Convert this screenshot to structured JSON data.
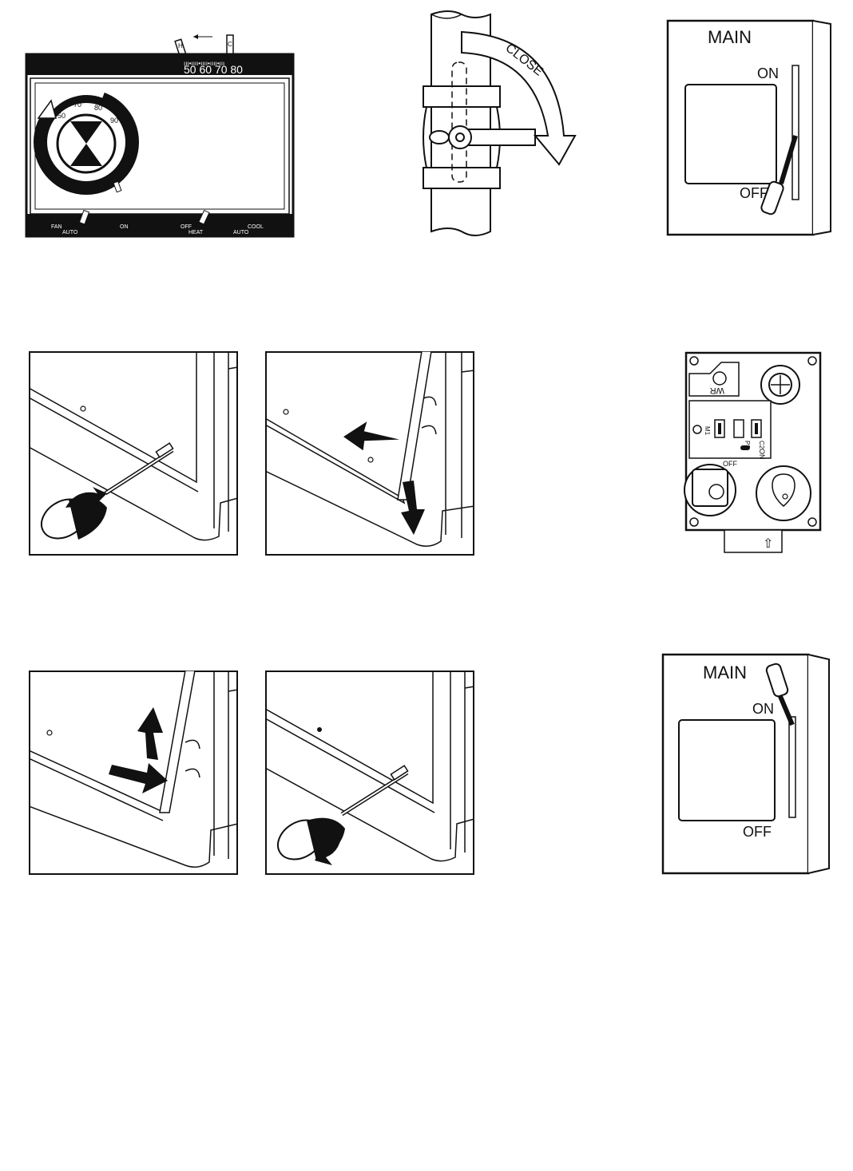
{
  "thermostat": {
    "scale": "50 60 70 80",
    "dial_numbers": [
      "50",
      "70",
      "80",
      "90"
    ],
    "fan_label": "FAN",
    "fan_auto": "AUTO",
    "fan_on": "ON",
    "sys_off": "OFF",
    "sys_heat": "HEAT",
    "sys_cool": "COOL",
    "sys_auto": "AUTO",
    "lever_h": "H",
    "lever_c": "C"
  },
  "gas_valve": {
    "close_label": "CLOSE"
  },
  "main_switch_off": {
    "title": "MAIN",
    "on_label": "ON",
    "off_label": "OFF"
  },
  "gas_control": {
    "wr_label": "WR",
    "terminals": [
      "M1",
      "P3",
      "C2"
    ],
    "off_label": "OFF",
    "on_label": "ON",
    "arrow_label": "⇧"
  },
  "main_switch_on": {
    "title": "MAIN",
    "on_label": "ON",
    "off_label": "OFF"
  },
  "icons": [
    "screwdriver-icon",
    "arrow-icon",
    "lever-icon",
    "knob-icon"
  ]
}
